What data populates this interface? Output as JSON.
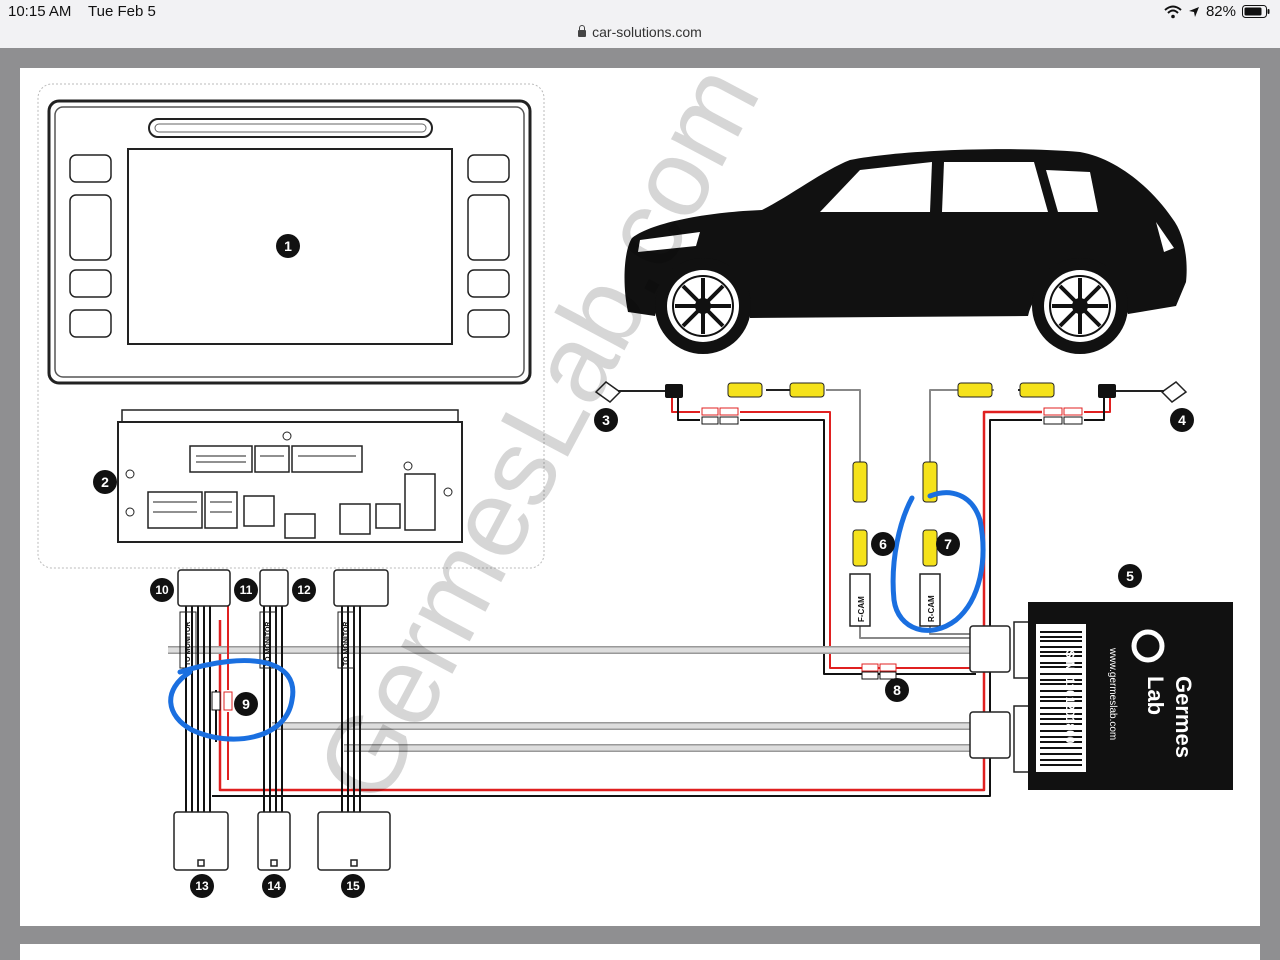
{
  "status": {
    "time": "10:15 AM",
    "date": "Tue Feb 5",
    "battery": "82%"
  },
  "browser": {
    "url": "car-solutions.com"
  },
  "diagram": {
    "callouts": [
      "1",
      "2",
      "3",
      "4",
      "5",
      "6",
      "7",
      "8",
      "9",
      "10",
      "11",
      "12",
      "13",
      "14",
      "15"
    ],
    "labels": {
      "fcam": "F-CAM",
      "rcam": "R-CAM",
      "to_monitor": "TO MONITOR"
    },
    "module": {
      "brand_line1": "Germes",
      "brand_line2": "Lab",
      "website": "www.germeslab.com",
      "serial": "S/N: 1101201800"
    },
    "watermark": "GermesLab.com",
    "colors": {
      "red_wire": "#e02020",
      "black_wire": "#111111",
      "annotation": "#1a6fe0",
      "rca_yellow": "#f5e21b"
    }
  }
}
